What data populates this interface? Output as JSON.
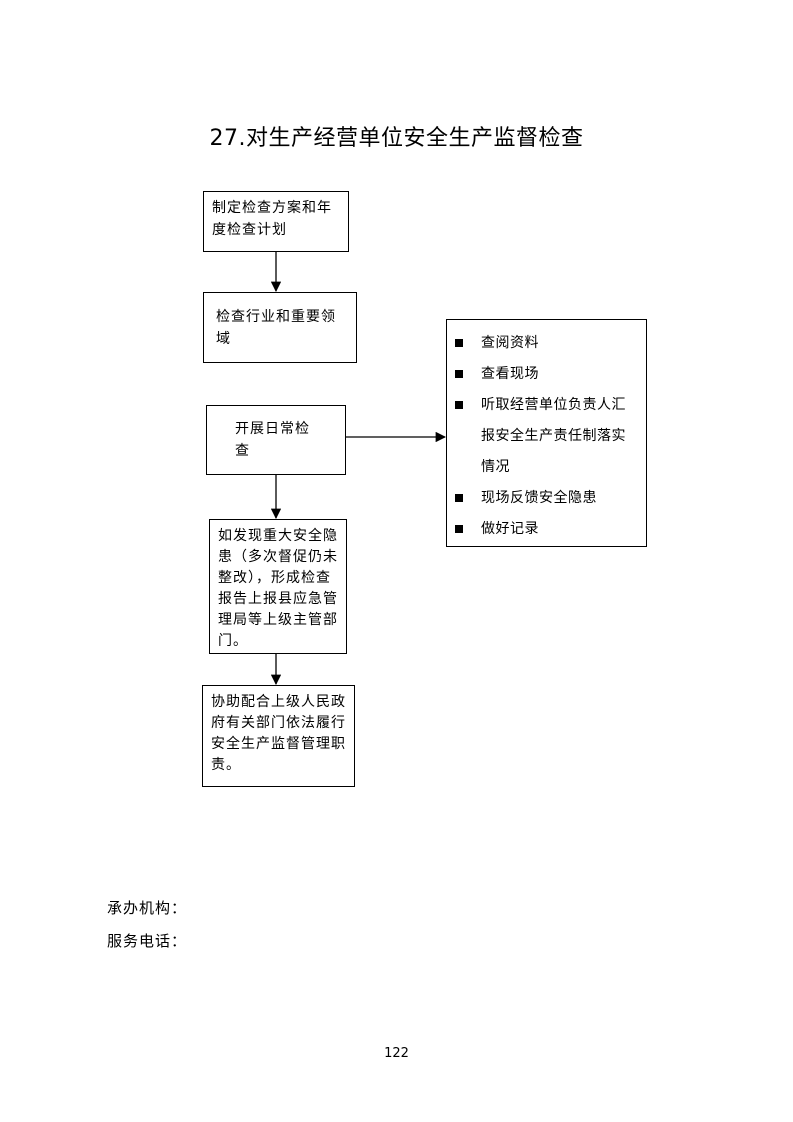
{
  "title": "27.对生产经营单位安全生产监督检查",
  "flow": {
    "step1": "制定检查方案和年度检查计划",
    "step2": "检查行业和重要领域",
    "step3": "开展日常检查",
    "step4": "如发现重大安全隐患（多次督促仍未整改），形成检查报告上报县应急管理局等上级主管部门。",
    "step5": "协助配合上级人民政府有关部门依法履行安全生产监督管理职责。"
  },
  "side_items": [
    "查阅资料",
    "查看现场",
    "听取经营单位负责人汇报安全生产责任制落实情况",
    "现场反馈安全隐患",
    "做好记录"
  ],
  "footer": {
    "org_label": "承办机构：",
    "phone_label": "服务电话："
  },
  "page_number": "122"
}
